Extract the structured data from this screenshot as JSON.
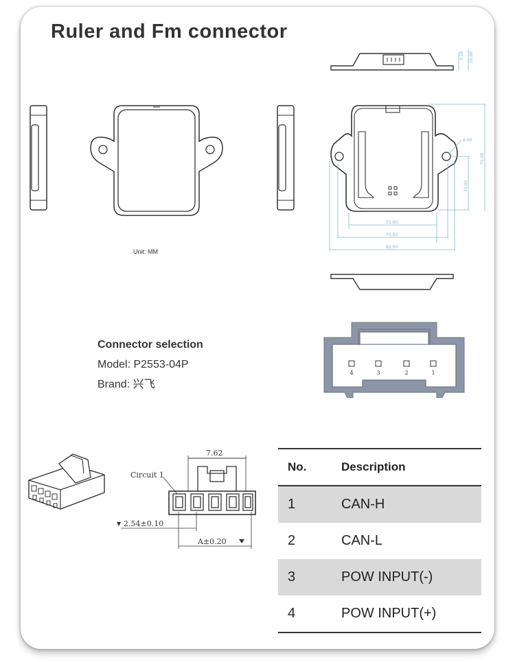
{
  "title": "Ruler and Fm connector",
  "unit_label": "Unit: MM",
  "connector": {
    "heading": "Connector selection",
    "model": "Model: P2553-04P",
    "brand": "Brand: 兴飞"
  },
  "dimensions": {
    "d1": "55.00",
    "d2": "70.00",
    "d3": "82.00",
    "h1": "35.00",
    "h2": "70.00",
    "hole": "6.00",
    "t1": "2.50",
    "t2": "10.00"
  },
  "connector_pins": [
    "4",
    "3",
    "2",
    "1"
  ],
  "plug_drawing": {
    "width_label": "7.62",
    "circuit_label": "Circuit 1",
    "pitch_label": "2.54±0.10",
    "a_label": "A±0.20"
  },
  "table": {
    "col_no": "No.",
    "col_desc": "Description",
    "rows": [
      {
        "no": "1",
        "desc": "CAN-H"
      },
      {
        "no": "2",
        "desc": "CAN-L"
      },
      {
        "no": "3",
        "desc": "POW INPUT(-)"
      },
      {
        "no": "4",
        "desc": "POW INPUT(+)"
      }
    ]
  },
  "colors": {
    "dimension_line": "#7fb6c4",
    "connector_fill": "#8d96a6",
    "table_shade": "#d9d9d9"
  }
}
